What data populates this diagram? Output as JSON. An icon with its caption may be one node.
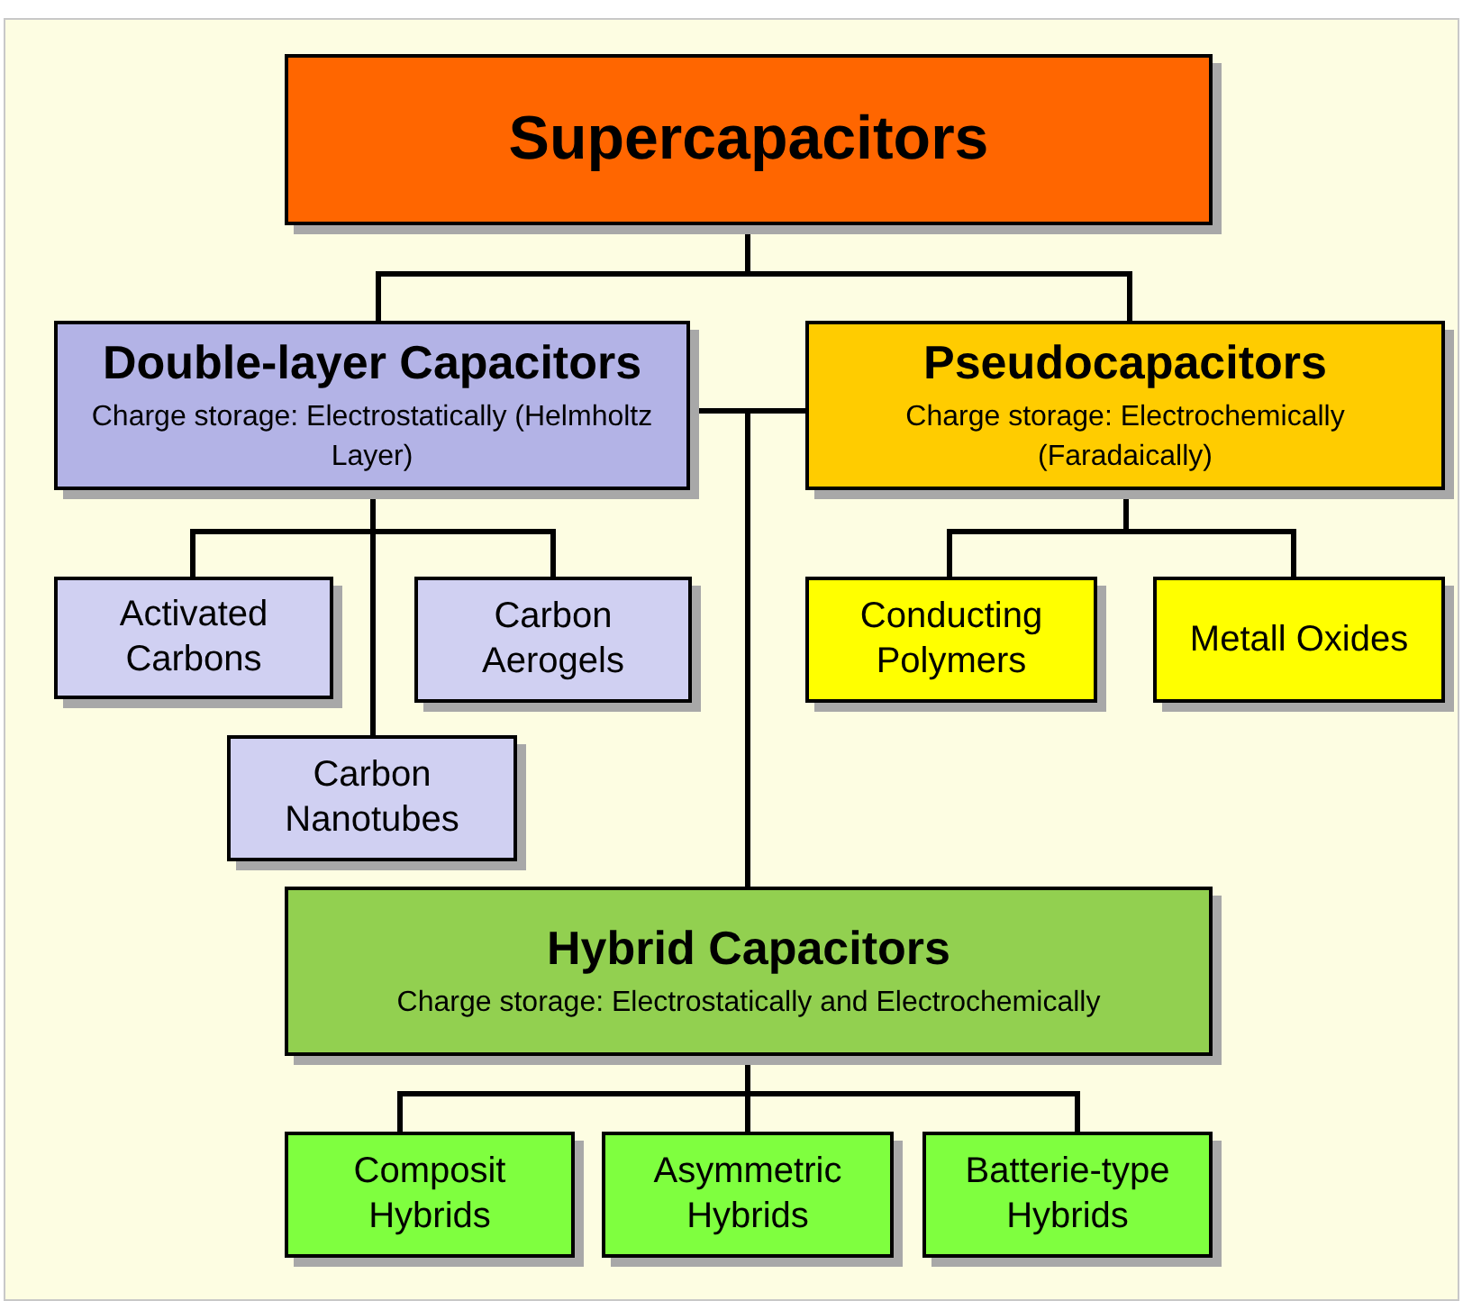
{
  "diagram": {
    "nodes": [
      {
        "text": [
          "Supercapacitors"
        ]
      },
      {
        "text": [
          "Double-layer Capacitors",
          "Charge storage: Electrostatically (Helmholtz Layer)"
        ]
      },
      {
        "text": [
          "Pseudocapacitors",
          "Charge storage: Electrochemically (Faradaically)"
        ]
      },
      {
        "text": [
          "Activated Carbons"
        ]
      },
      {
        "text": [
          "Carbon Aerogels"
        ]
      },
      {
        "text": [
          "Carbon Nanotubes"
        ]
      },
      {
        "text": [
          "Conducting Polymers"
        ]
      },
      {
        "text": [
          "Metall Oxides"
        ]
      },
      {
        "text": [
          "Hybrid Capacitors",
          "Charge storage: Electrostatically and Electrochemically"
        ]
      },
      {
        "text": [
          "Composit Hybrids"
        ]
      },
      {
        "text": [
          "Asymmetric Hybrids"
        ]
      },
      {
        "text": [
          "Batterie-type Hybrids"
        ]
      }
    ],
    "edges": [
      {
        "from": 0,
        "to": 1,
        "arrow": "none"
      },
      {
        "from": 0,
        "to": 2,
        "arrow": "none"
      },
      {
        "from": 1,
        "to": 8,
        "arrow": "none"
      },
      {
        "from": 2,
        "to": 8,
        "arrow": "none"
      },
      {
        "from": 1,
        "to": 3,
        "arrow": "none"
      },
      {
        "from": 1,
        "to": 4,
        "arrow": "none"
      },
      {
        "from": 1,
        "to": 5,
        "arrow": "none"
      },
      {
        "from": 2,
        "to": 6,
        "arrow": "none"
      },
      {
        "from": 2,
        "to": 7,
        "arrow": "none"
      },
      {
        "from": 8,
        "to": 9,
        "arrow": "none"
      },
      {
        "from": 8,
        "to": 10,
        "arrow": "none"
      },
      {
        "from": 8,
        "to": 11,
        "arrow": "none"
      }
    ]
  }
}
